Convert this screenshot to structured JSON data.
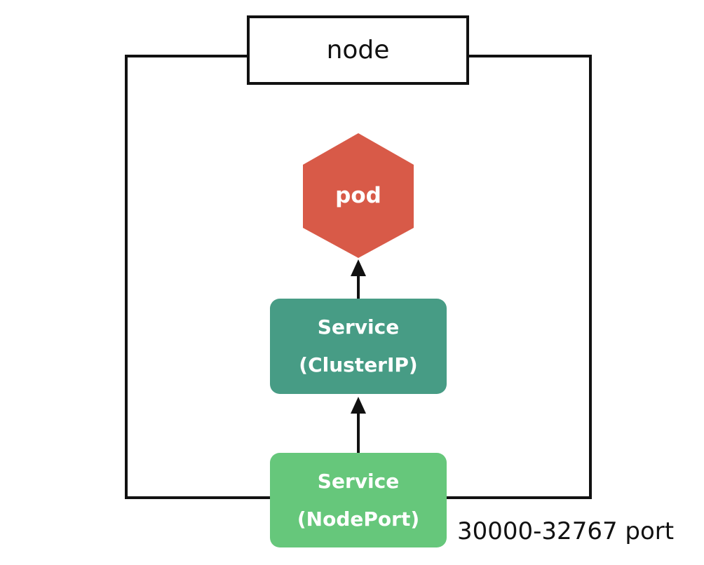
{
  "node": {
    "label": "node"
  },
  "pod": {
    "label": "pod"
  },
  "service_cluster_ip": {
    "line1": "Service",
    "line2": "(ClusterIP)"
  },
  "service_node_port": {
    "line1": "Service",
    "line2": "(NodePort)"
  },
  "port_range": {
    "label": "30000-32767 port"
  },
  "colors": {
    "pod": "#D85A48",
    "service_cluster_ip": "#479C85",
    "service_node_port": "#66C77B",
    "border": "#111111"
  }
}
